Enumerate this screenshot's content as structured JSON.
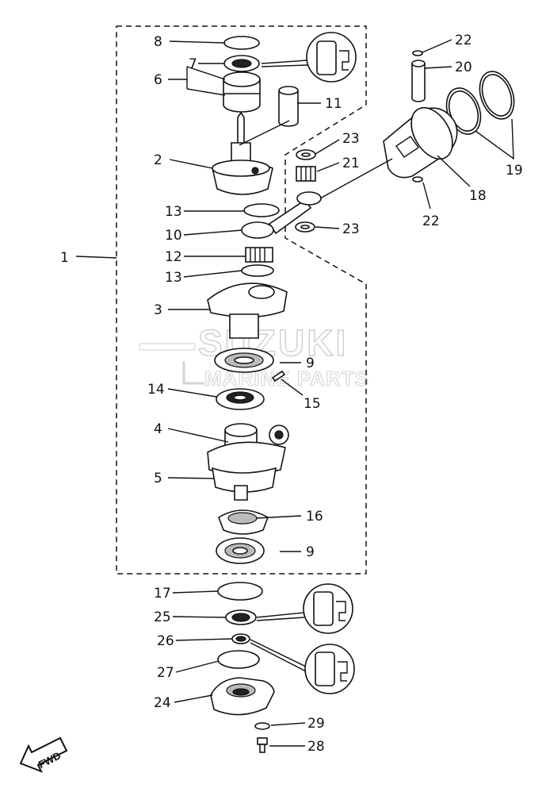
{
  "watermark": {
    "brand": "SUZUKI",
    "subtitle": "MARINE PARTS"
  },
  "direction_label": "FWD",
  "callouts": {
    "c1": "1",
    "c2": "2",
    "c3": "3",
    "c4": "4",
    "c5": "5",
    "c6": "6",
    "c7": "7",
    "c8": "8",
    "c9a": "9",
    "c9b": "9",
    "c10": "10",
    "c11": "11",
    "c12": "12",
    "c13a": "13",
    "c13b": "13",
    "c14": "14",
    "c15": "15",
    "c16": "16",
    "c17": "17",
    "c18": "18",
    "c19": "19",
    "c20": "20",
    "c21": "21",
    "c22a": "22",
    "c22b": "22",
    "c23a": "23",
    "c23b": "23",
    "c24": "24",
    "c25": "25",
    "c26": "26",
    "c27": "27",
    "c28": "28",
    "c29": "29"
  }
}
